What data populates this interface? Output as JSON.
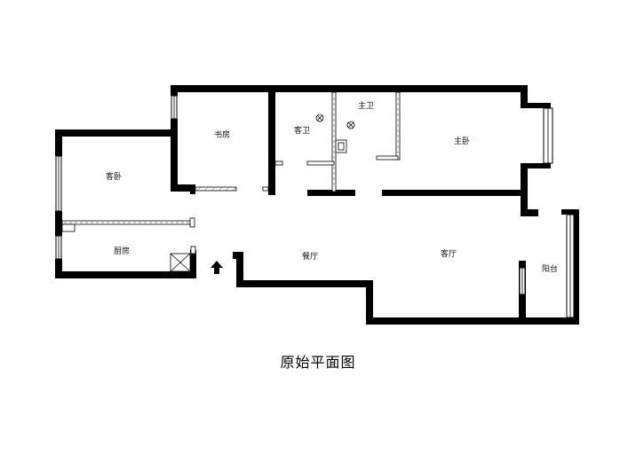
{
  "title": "原始平面图",
  "rooms": {
    "study": "书房",
    "guest_bath": "客卫",
    "master_bath": "主卫",
    "master_bedroom": "主卧",
    "guest_bedroom": "客卧",
    "kitchen": "厨房",
    "dining": "餐厅",
    "living": "客厅",
    "balcony": "阳台"
  }
}
